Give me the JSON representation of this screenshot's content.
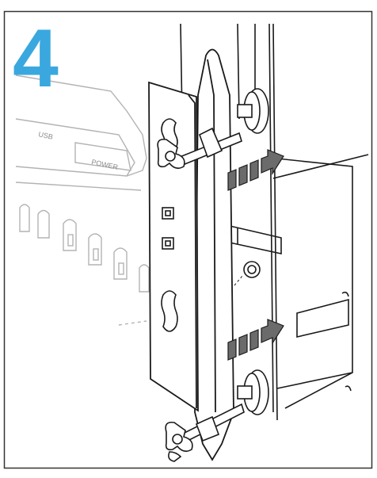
{
  "step": {
    "number": "4",
    "number_color": "#3aa8de"
  },
  "labels": {
    "usb": "USB",
    "power": "POWER"
  },
  "colors": {
    "outline": "#1a1a1a",
    "device_faint": "#b8b8b8",
    "arrow_fill": "#6b6b6b",
    "frame": "#333333"
  },
  "icons": [
    "wing-nut-icon",
    "slot-icon",
    "arrow-icon"
  ]
}
